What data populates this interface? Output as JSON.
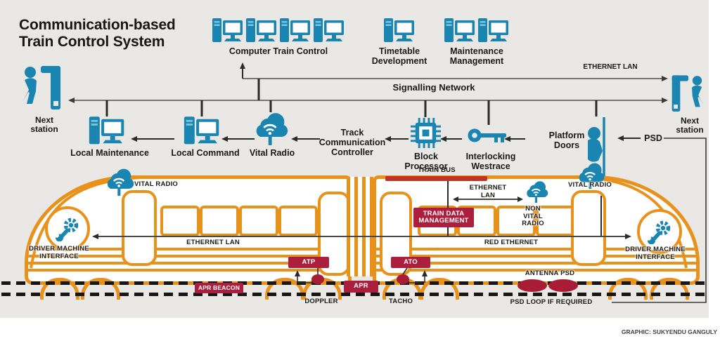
{
  "title": {
    "line1": "Communication-based",
    "line2": "Train Control System"
  },
  "credit": "GRAPHIC: SUKYENDU GANGULY",
  "top_row": {
    "computer_train_control": "Computer Train Control",
    "timetable_development": "Timetable\nDevelopment",
    "maintenance_management": "Maintenance\nManagement"
  },
  "network": {
    "ethernet_lan_top": "ETHERNET LAN",
    "signalling_network": "Signalling Network"
  },
  "stations": {
    "left": "Next\nstation",
    "right": "Next\nstation"
  },
  "middle_row": {
    "local_maintenance": "Local Maintenance",
    "local_command": "Local Command",
    "vital_radio": "Vital Radio",
    "track_comm_controller": "Track\nCommunication\nController",
    "block_processor": "Block\nProcessor",
    "interlocking": "Interlocking\nWestrace",
    "platform_doors": "Platform\nDoors",
    "psd": "PSD"
  },
  "train": {
    "vital_radio_left": "VITAL RADIO",
    "vital_radio_right": "VITAL RADIO",
    "train_bus": "TRAIN BUS",
    "ethernet_lan_mid": "ETHERNET\nLAN",
    "non_vital_radio": "NON\nVITAL\nRADIO",
    "train_data_management": "TRAIN DATA\nMANAGEMENT",
    "ethernet_lan": "ETHERNET LAN",
    "red_ethernet": "RED ETHERNET",
    "dmi_left": "DRIVER MACHINE\nINTERFACE",
    "dmi_right": "DRIVER MACHINE\nINTERFACE",
    "atp": "ATP",
    "ato": "ATO",
    "apr": "APR",
    "apr_beacon": "APR BEACON",
    "doppler": "DOPPLER",
    "tacho": "TACHO",
    "antenna_psd": "ANTENNA PSD",
    "psd_loop": "PSD LOOP IF REQUIRED"
  },
  "colors": {
    "icon_blue": "#1a85b0",
    "train_orange": "#e8921c",
    "box_crimson": "#ac1e3d",
    "bar_red": "#c03427"
  }
}
